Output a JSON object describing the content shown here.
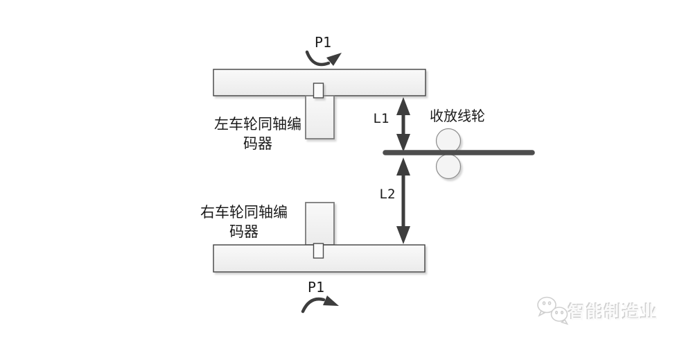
{
  "diagram": {
    "top_wheel": {
      "rotation_label": "P1"
    },
    "bottom_wheel": {
      "rotation_label": "P1"
    },
    "left_encoder": {
      "label_line1": "左车轮同轴编",
      "label_line2": "码器"
    },
    "right_encoder": {
      "label_line1": "右车轮同轴编",
      "label_line2": "码器"
    },
    "dimensions": {
      "l1": "L1",
      "l2": "L2"
    },
    "reel": {
      "label": "收放线轮"
    },
    "colors": {
      "arrow": "#3d3d3d",
      "bar_border": "#3f3f3f",
      "bar_fill_top": "#f9f9f9",
      "bar_fill_bottom": "#ebebeb",
      "encoder_border": "#7a7a7a",
      "wire_line": "#4d4d4d",
      "circle_border": "#8a8a8a",
      "text": "#1a1a1a",
      "watermark": "#cfcfcf"
    }
  },
  "watermark": {
    "label": "智能制造业"
  }
}
